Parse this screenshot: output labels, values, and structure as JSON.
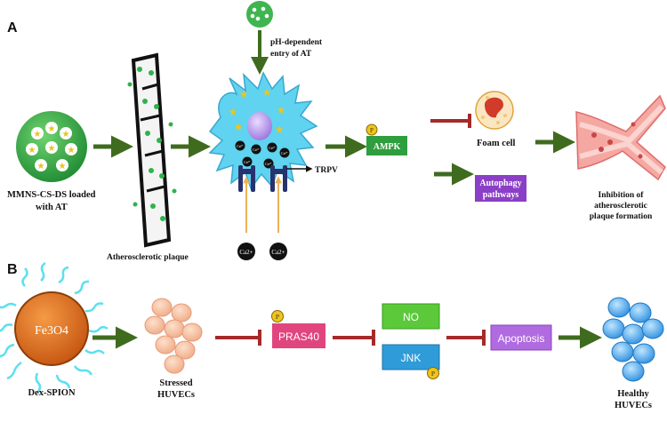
{
  "panel_a": {
    "letter": "A",
    "nanoparticle_label_line1": "MMNS-CS-DS loaded",
    "nanoparticle_label_line2": "with AT",
    "plaque_label": "Atherosclerotic plaque",
    "entry_label_line1": "pH-dependent",
    "entry_label_line2": "entry of AT",
    "trpv_label": "TRPV",
    "calcium_label": "Ca2+",
    "phospho_label": "P",
    "ampk_label": "AMPK",
    "foam_label": "Foam cell",
    "autophagy_line1": "Autophagy",
    "autophagy_line2": "pathways",
    "inhibition_line1": "Inhibition of",
    "inhibition_line2": "atherosclerotic",
    "inhibition_line3": "plaque formation"
  },
  "panel_b": {
    "letter": "B",
    "core_label": "Fe3O4",
    "spion_label": "Dex-SPION",
    "stressed_line1": "Stressed",
    "stressed_line2": "HUVECs",
    "phospho_label": "P",
    "pras40_label": "PRAS40",
    "no_label": "NO",
    "jnk_label": "JNK",
    "apoptosis_label": "Apoptosis",
    "healthy_line1": "Healthy",
    "healthy_line2": "HUVECs"
  },
  "colors": {
    "activate_arrow": "#3f6b1e",
    "inhibit_arrow": "#a52a2a",
    "ampk_box": "#2e9e3e",
    "autophagy_box": "#8a3fc6",
    "pras40_box": "#e0457e",
    "no_box": "#5cc93a",
    "jnk_box": "#2f9bd8",
    "apoptosis_box": "#b06be0",
    "cell_body": "#5fd3f0",
    "core": "#e0701e",
    "nanoparticle": "#33a347"
  }
}
